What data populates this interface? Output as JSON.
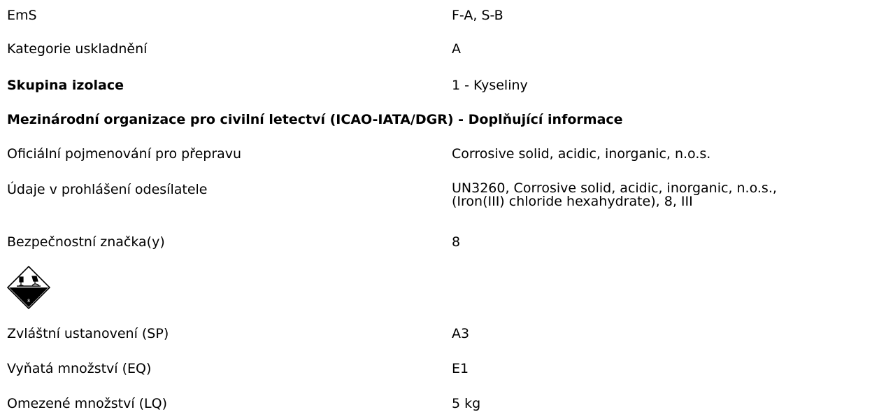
{
  "rows": [
    {
      "label": "EmS",
      "value": "F-A, S-B"
    },
    {
      "label": "Kategorie uskladnění",
      "value": "A"
    },
    {
      "label": "Skupina izolace",
      "value": "1 - Kyseliny"
    }
  ],
  "icao_section": {
    "heading": "Mezinárodní organizace pro civilní letectví (ICAO-IATA/DGR) - Doplňující informace",
    "rows": [
      {
        "label": "Oficiální pojmenování pro přepravu",
        "value": "Corrosive solid, acidic, inorganic, n.o.s."
      },
      {
        "label": "Údaje v prohlášení odesílatele",
        "value_lines": [
          "UN3260, Corrosive solid, acidic, inorganic, n.o.s.,",
          "(Iron(III) chloride hexahydrate), 8, III"
        ]
      },
      {
        "label": "Bezpečnostní značka(y)",
        "value": "8"
      },
      {
        "label": "Zvláštní ustanovení (SP)",
        "value": "A3"
      },
      {
        "label": "Vyňatá množství (EQ)",
        "value": "E1"
      },
      {
        "label": "Omezené množství (LQ)",
        "value": "5 kg"
      }
    ],
    "pictogram": {
      "icon": "corrosive-class-8-icon",
      "class_number": "8"
    }
  }
}
